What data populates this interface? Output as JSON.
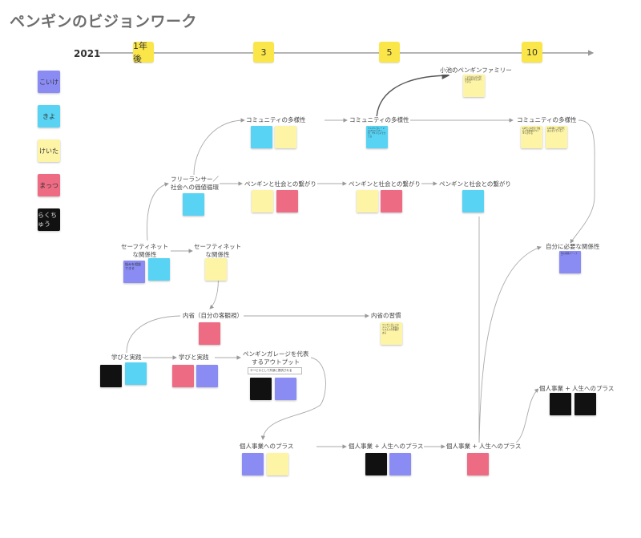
{
  "title": "ペンギンのビジョンワーク",
  "timeline": {
    "start_label": "2021",
    "milestones": [
      "1年後",
      "3",
      "5",
      "10"
    ]
  },
  "legend": [
    {
      "label": "こいけ",
      "color": "#8a8cf4"
    },
    {
      "label": "きよ",
      "color": "#58d3f3"
    },
    {
      "label": "けいた",
      "color": "#fdf4a6"
    },
    {
      "label": "まっつ",
      "color": "#ee6b84"
    },
    {
      "label": "らくちゅう",
      "color": "#111111"
    }
  ],
  "nodes": {
    "family": "小池のペンギンファミリー",
    "community_3": "コミュニティの多様性",
    "community_5": "コミュニティの多様性",
    "community_10": "コミュニティの多様性",
    "freelancer": "フリーランサー／\n社会への価値循環",
    "society_3": "ペンギンと社会との繋がり",
    "society_5": "ペンギンと社会との繋がり",
    "society_10": "ペンギンと社会との繋がり",
    "safety_net_1": "セーフティネット\nな関係性",
    "safety_net_2": "セーフティネット\nな関係性",
    "relations": "自分に必要な関係性",
    "introspection": "内省（自分の客観視）",
    "introspection_habit": "内省の習慣",
    "learning_1": "学びと実践",
    "learning_2": "学びと実践",
    "output": "ペンギンガレージを代表\nするアウトプット",
    "individual_plus_1": "個人事業へのプラス",
    "individual_plus_2": "個人事業 + 人生へのプラス",
    "individual_plus_3": "個人事業 + 人生へのプラス",
    "individual_plus_4": "個人事業 + 人生へのプラス"
  },
  "notes": {
    "family": "こいちゃんの子供の名前を考えられている",
    "community_5": "ペンギンガレー 2のプロジェクトが、3つくらいできてる",
    "community_10_a": "10代〜70代まで幅広い年齢層のペンギンがいる",
    "community_10_b": "10年後にコ代目代表になっている＋",
    "safety_net_1": "悩みを相談できる",
    "introspection_habit": "ペンギンガレーのメンバーと毎年ふりかえりの習慣がある",
    "relations": "他の関係パートナー"
  },
  "panel_text": "サービスとして外部に提供される"
}
